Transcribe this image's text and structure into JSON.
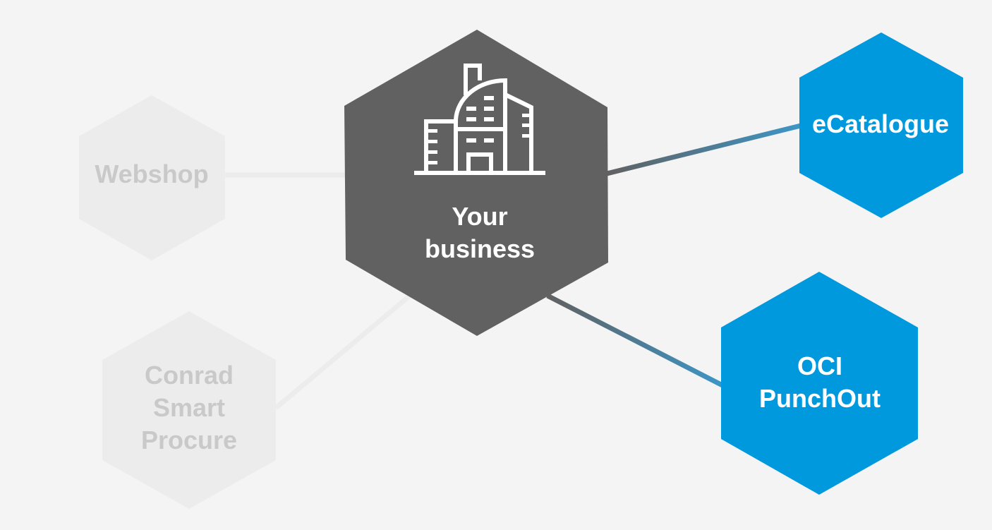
{
  "colors": {
    "background": "#f4f4f4",
    "faded_hex": "#ececec",
    "faded_text": "#c9c9c9",
    "center_hex": "#616161",
    "accent_blue": "#0099dd"
  },
  "nodes": {
    "center": {
      "line1": "Your",
      "line2": "business",
      "icon": "building-icon"
    },
    "ecatalogue": {
      "label": "eCatalogue"
    },
    "oci": {
      "line1": "OCI",
      "line2": "PunchOut"
    },
    "webshop": {
      "label": "Webshop"
    },
    "conrad": {
      "line1": "Conrad",
      "line2": "Smart",
      "line3": "Procure"
    }
  }
}
